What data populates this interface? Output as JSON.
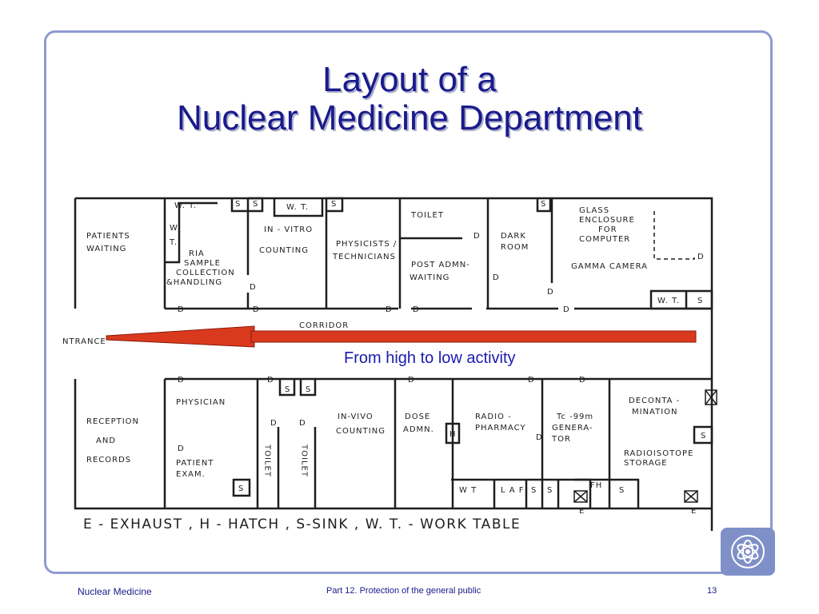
{
  "title": {
    "line1": "Layout of a",
    "line2": "Nuclear Medicine Department"
  },
  "plan": {
    "rooms": {
      "patients_waiting_1": "PATIENTS",
      "patients_waiting_2": "WAITING",
      "wt_top_1": "W. T.",
      "wt_side_w": "W",
      "wt_side_t": "T.",
      "ria_1": "RIA",
      "ria_2": "SAMPLE",
      "ria_3": "COLLECTION",
      "ria_4": "&HANDLING",
      "wt_top_2": "W. T.",
      "invitro_1": "IN - VITRO",
      "invitro_2": "COUNTING",
      "physicists_1": "PHYSICISTS /",
      "physicists_2": "TECHNICIANS",
      "toilet": "TOILET",
      "post_admin_1": "POST ADMN-",
      "post_admin_2": "WAITING",
      "dark_1": "DARK",
      "dark_2": "ROOM",
      "glass_1": "GLASS",
      "glass_2": "ENCLOSURE",
      "glass_3": "FOR",
      "glass_4": "COMPUTER",
      "gamma": "GAMMA CAMERA",
      "wt_right": "W. T.",
      "entrance": "NTRANCE",
      "corridor": "CORRIDOR",
      "reception_1": "RECEPTION",
      "reception_2": "AND",
      "reception_3": "RECORDS",
      "physician": "PHYSICIAN",
      "patient_1": "PATIENT",
      "patient_2": "EXAM.",
      "toilet_v": "TOILET",
      "invivo_1": "IN-VIVO",
      "invivo_2": "COUNTING",
      "dose_1": "DOSE",
      "dose_2": "ADMN.",
      "radio_1": "RADIO -",
      "radio_2": "PHARMACY",
      "tc_1": "Tc -99m",
      "tc_2": "GENERA-",
      "tc_3": "TOR",
      "decon_1": "DECONTA -",
      "decon_2": "MINATION",
      "storage_1": "RADIOISOTOPE",
      "storage_2": "STORAGE",
      "wt_bottom": "W T",
      "laf": "L A F",
      "fh": "FH",
      "door": "D",
      "sink": "S",
      "hatch": "H",
      "exhaust": "E"
    },
    "arrow_color": "#d93a1e"
  },
  "caption": "From high to low activity",
  "legend": "E - EXHAUST  ,   H - HATCH  ,   S-SINK  ,   W. T. - WORK  TABLE",
  "footer": {
    "left": "Nuclear Medicine",
    "center": "Part 12. Protection of the general public",
    "right": "13"
  }
}
